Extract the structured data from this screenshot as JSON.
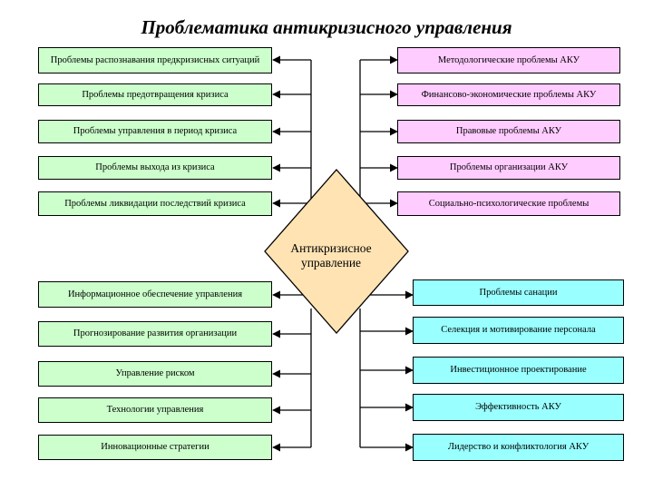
{
  "title": "Проблематика антикризисного управления",
  "center": {
    "line1": "Антикризисное",
    "line2": "управление"
  },
  "colors": {
    "green": "#ccffcc",
    "pink": "#ffccff",
    "cyan": "#99ffff",
    "diamond": "#ffe3b3"
  },
  "top_left": [
    "Проблемы распознавания предкризисных ситуаций",
    "Проблемы предотвращения кризиса",
    "Проблемы управления в период кризиса",
    "Проблемы выхода из кризиса",
    "Проблемы ликвидации последствий кризиса"
  ],
  "top_right": [
    "Методологические проблемы АКУ",
    "Финансово-экономические проблемы АКУ",
    "Правовые проблемы АКУ",
    "Проблемы организации АКУ",
    "Социально-психологические проблемы"
  ],
  "bottom_left": [
    "Информационное обеспечение управления",
    "Прогнозирование развития организации",
    "Управление риском",
    "Технологии управления",
    "Инновационные стратегии"
  ],
  "bottom_right": [
    "Проблемы санации",
    "Селекция и мотивирование персонала",
    "Инвестиционное проектирование",
    "Эффективность АКУ",
    "Лидерство и конфликтология АКУ"
  ]
}
